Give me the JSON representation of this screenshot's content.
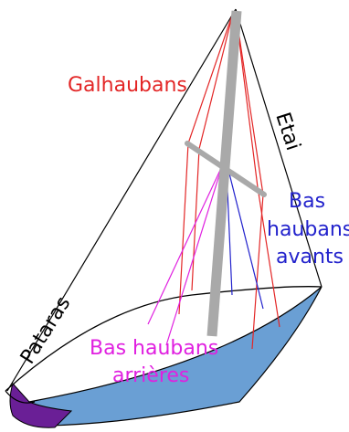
{
  "labels": {
    "galhaubans": "Galhaubans",
    "etai": "Etai",
    "bas_haubans_avants_1": "Bas",
    "bas_haubans_avants_2": "haubans",
    "bas_haubans_avants_3": "avants",
    "pataras": "Pataras",
    "bas_haubans_arrieres_1": "Bas haubans",
    "bas_haubans_arrieres_2": "arrières"
  },
  "colors": {
    "galhaubans": "#e32626",
    "etai": "#000000",
    "bas_haubans_avants": "#2222cc",
    "pataras": "#000000",
    "bas_haubans_arrieres": "#e020e0",
    "mast": "#a9a9a9",
    "hull_side": "#6a9fd4",
    "stern_patch": "#6a1f96"
  }
}
